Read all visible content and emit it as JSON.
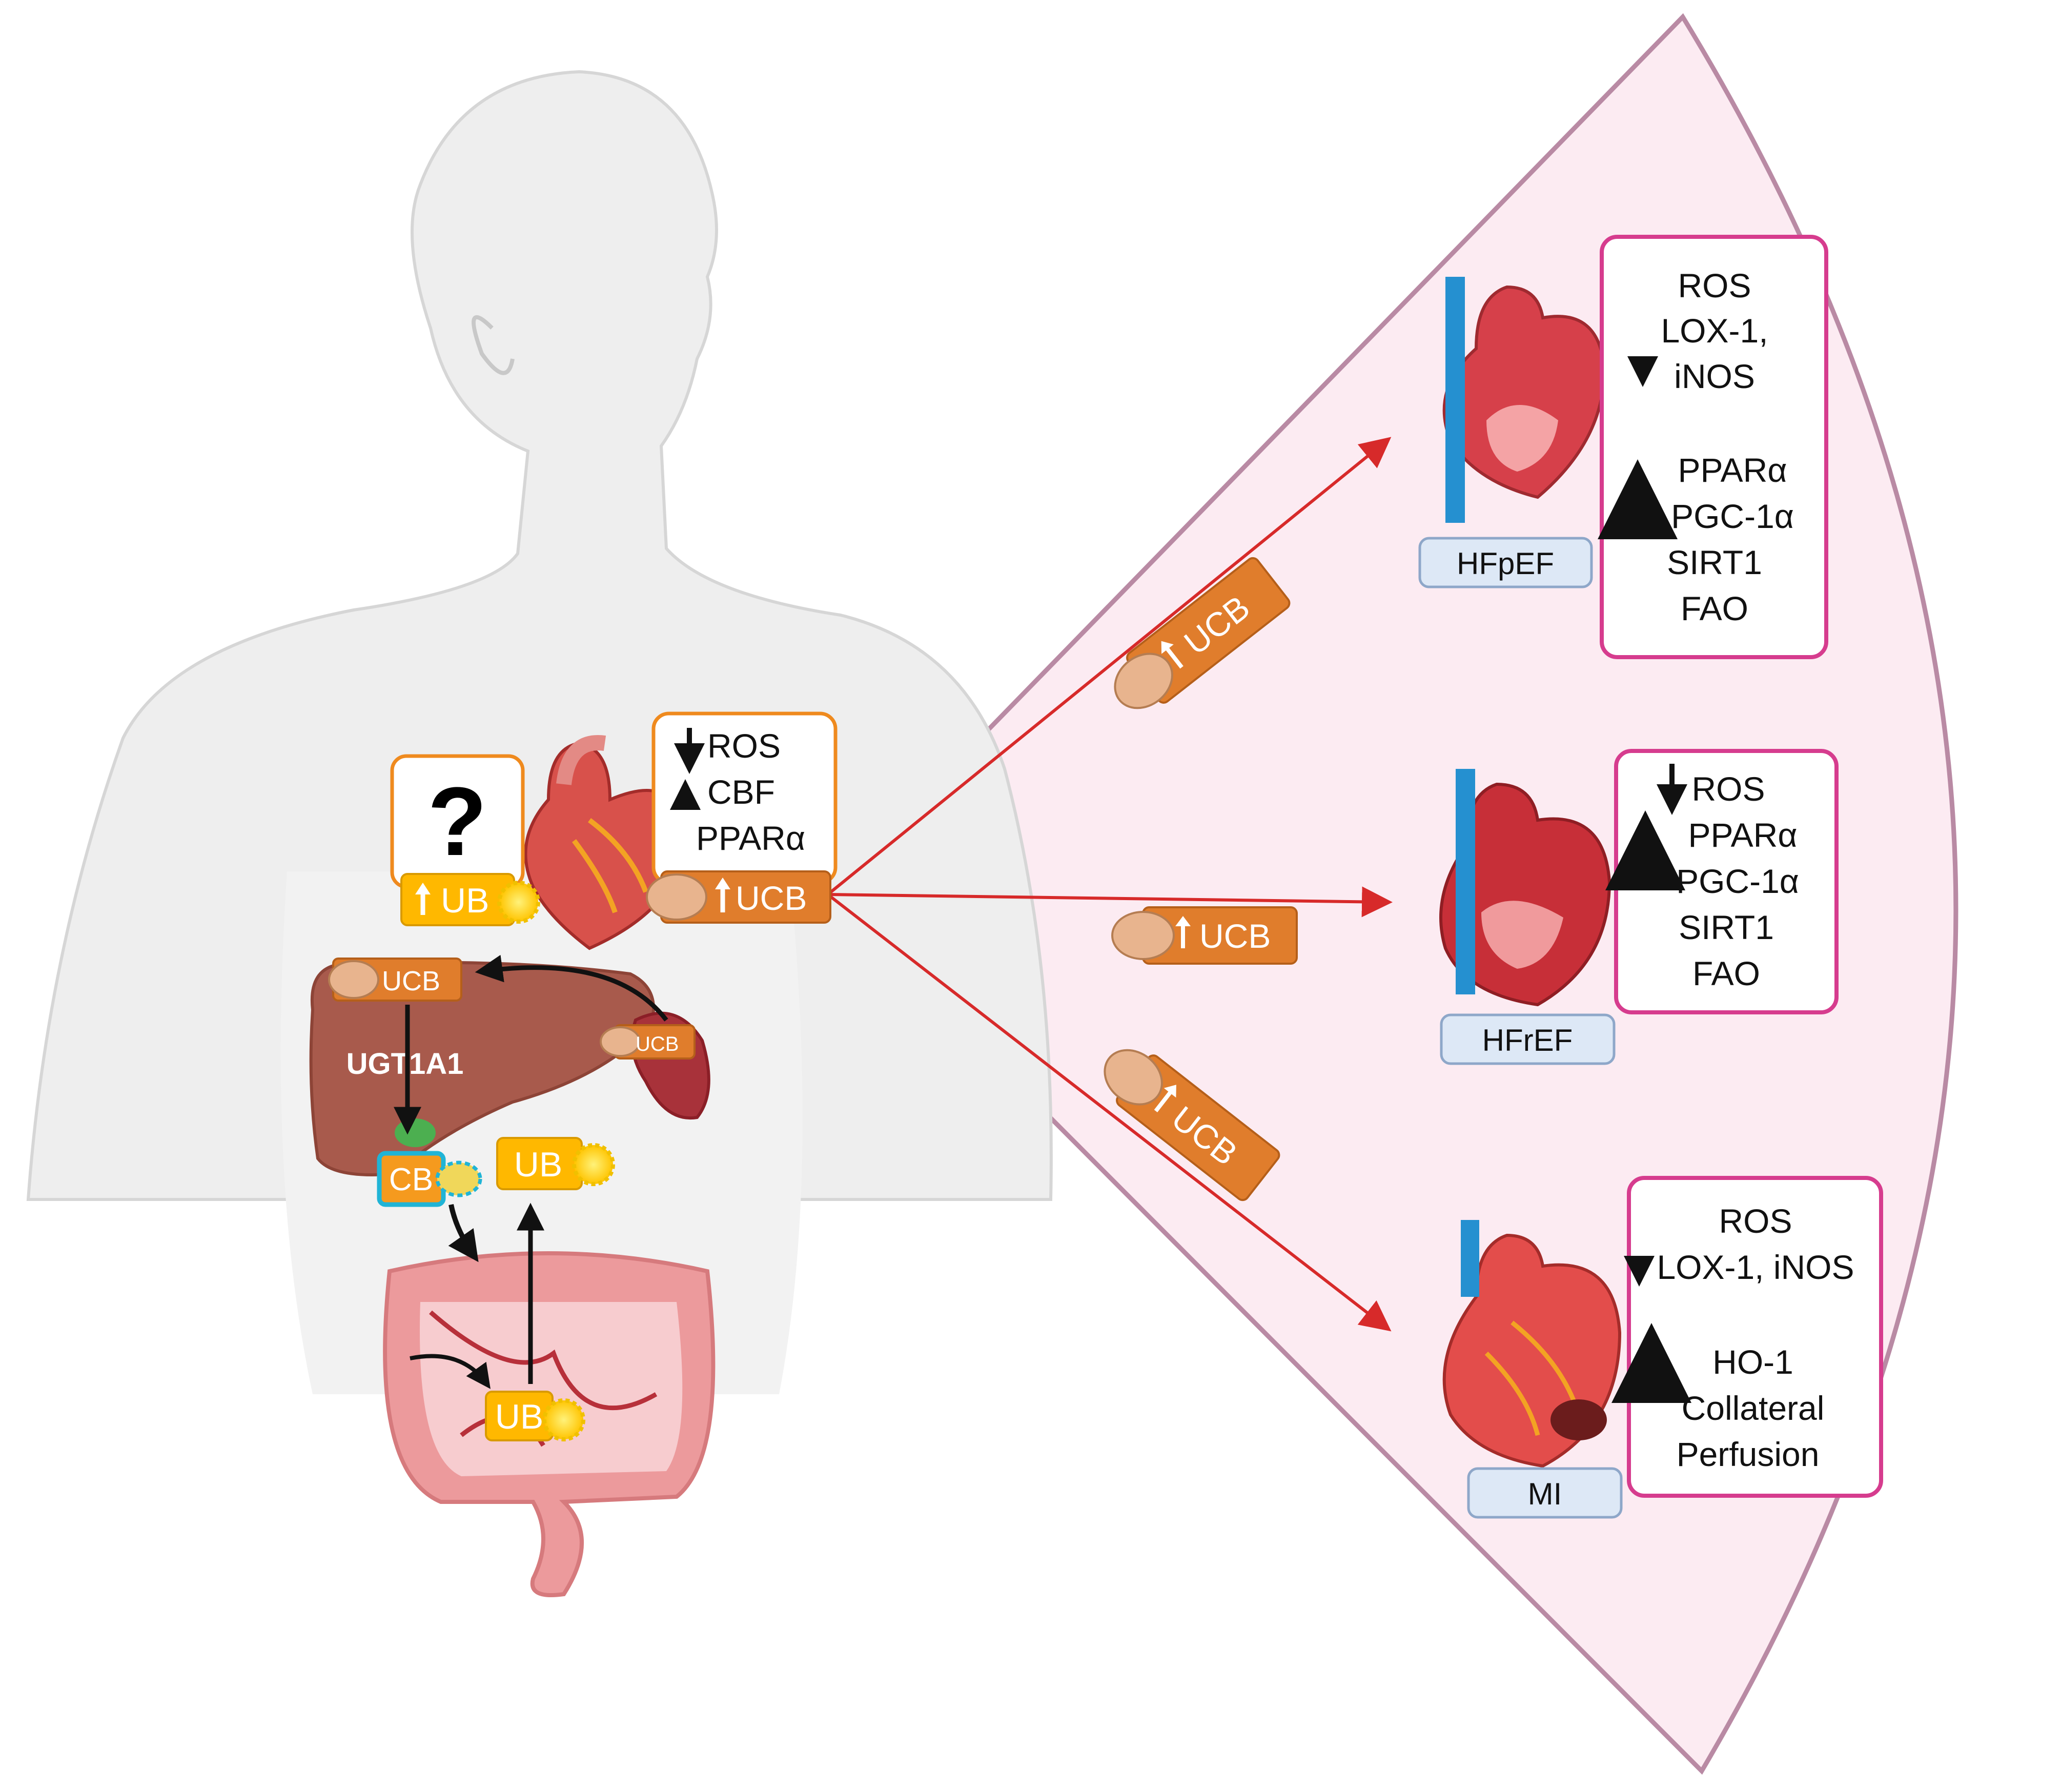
{
  "colors": {
    "fan_fill": "#fcebf2",
    "fan_stroke": "#b98aa4",
    "panel_border_pink": "#d63c8e",
    "panel_border_orange": "#ef8a1e",
    "ucb_orange": "#e07d2c",
    "ub_yellow": "#ffb800",
    "cb_cyan": "#20b4d6",
    "arrow_red": "#d72a2a",
    "tag_fill": "#dde8f6",
    "tag_stroke": "#8ea7c9"
  },
  "body": {
    "question_mark": "?",
    "ub_heart_label": "UB",
    "ucb_heart_label": "UCB",
    "heart_panel": {
      "down": [
        "ROS"
      ],
      "up": [
        "CBF",
        "PPARα"
      ]
    },
    "liver_ucb_label": "UCB",
    "spleen_ucb_label": "UCB",
    "enzyme_label": "UGT1A1",
    "cb_label": "CB",
    "ub_mid_label": "UB",
    "ub_gut_label": "UB"
  },
  "transport": {
    "ucb_labels": [
      "UCB",
      "UCB",
      "UCB"
    ]
  },
  "conditions": [
    {
      "tag": "HFpEF",
      "down": [
        "ROS",
        "LOX-1,",
        "iNOS"
      ],
      "up": [
        "PPARα",
        "PGC-1α",
        "SIRT1",
        "FAO"
      ]
    },
    {
      "tag": "HFrEF",
      "down": [
        "ROS"
      ],
      "up": [
        "PPARα",
        "PGC-1α",
        "SIRT1",
        "FAO"
      ]
    },
    {
      "tag": "MI",
      "down": [
        "ROS",
        "LOX-1, iNOS"
      ],
      "up": [
        "HO-1",
        "Collateral",
        "Perfusion"
      ]
    }
  ]
}
